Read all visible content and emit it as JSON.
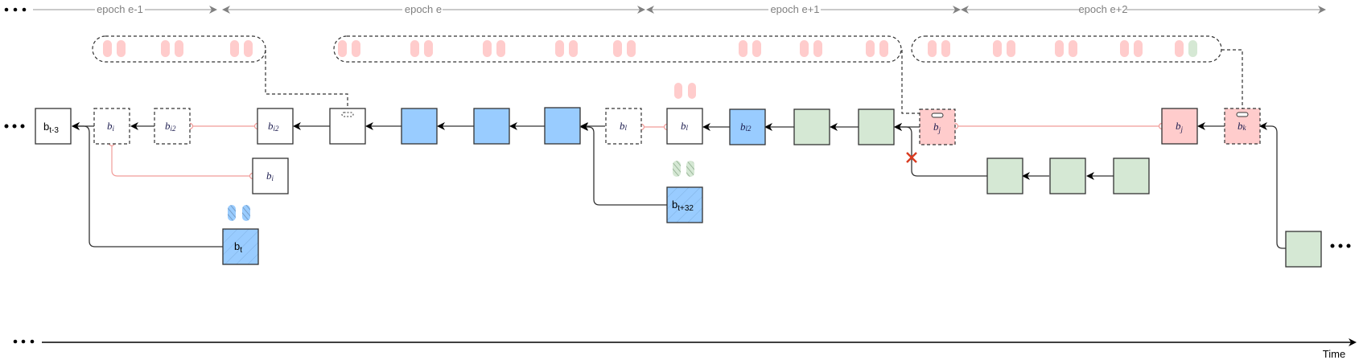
{
  "epochs": [
    {
      "label": "epoch e-1"
    },
    {
      "label": "epoch e"
    },
    {
      "label": "epoch e+1"
    },
    {
      "label": "epoch e+2"
    }
  ],
  "axis": {
    "label": "Time"
  },
  "ellipsis": "•••",
  "colors": {
    "blue": "#99ccff",
    "green": "#d5e8d4",
    "pink": "#ffcccc",
    "pink_line": "#f19c99",
    "stroke": "#4d4d4d",
    "cross": "#d93b20"
  },
  "blocks": {
    "b_t_minus_3": {
      "label": "b",
      "sub": "t-3"
    },
    "bi_dashed": {
      "label": "b",
      "sub": "i"
    },
    "bi2_dashed": {
      "label": "b",
      "sub": "i2"
    },
    "bi2": {
      "label": "b",
      "sub": "i2"
    },
    "bi_lower": {
      "label": "b",
      "sub": "i"
    },
    "b_t": {
      "label": "b",
      "sub": "t"
    },
    "bl_dashed": {
      "label": "b",
      "sub": "l"
    },
    "bl": {
      "label": "b",
      "sub": "l"
    },
    "bl2": {
      "label": "b",
      "sub": "l2"
    },
    "b_t_plus_32": {
      "label": "b",
      "sub": "t+32"
    },
    "bj_dashed": {
      "label": "b",
      "sub": "j"
    },
    "bj": {
      "label": "b",
      "sub": "j"
    },
    "bk_dashed": {
      "label": "b",
      "sub": "k"
    }
  },
  "vote_groups": [
    {
      "pairs": 3,
      "colors": [
        "pink"
      ]
    },
    {
      "pairs": 8,
      "colors": [
        "pink"
      ]
    },
    {
      "pairs": 5,
      "last_pair_second": "green"
    }
  ]
}
